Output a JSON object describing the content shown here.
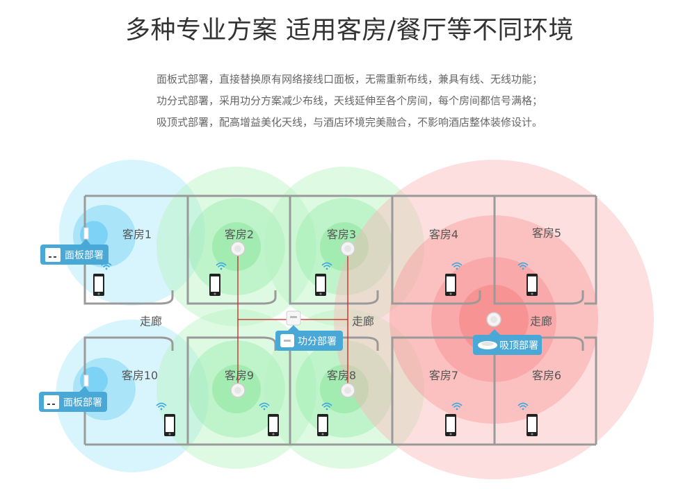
{
  "title": "多种专业方案 适用客房/餐厅等不同环境",
  "description": [
    "面板式部署，直接替换原有网络接线口面板，无需重新布线，兼具有线、无线功能；",
    "功分式部署，采用功分方案减少布线，天线延伸至各个房间，每个房间都信号满格；",
    "吸顶式部署，配高增益美化天线，与酒店环境完美融合，不影响酒店整体装修设计。"
  ],
  "rooms": {
    "r1": "客房1",
    "r2": "客房2",
    "r3": "客房3",
    "r4": "客房4",
    "r5": "客房5",
    "r6": "客房6",
    "r7": "客房7",
    "r8": "客房8",
    "r9": "客房9",
    "r10": "客房10"
  },
  "corridor": "走廊",
  "badges": {
    "panel": "面板部署",
    "splitter": "功分部署",
    "ceiling": "吸顶部署"
  },
  "colors": {
    "panel_zone": "#b8ecfb",
    "splitter_zone": "#b7f3c0",
    "ceiling_zone": "#fbb7b7",
    "wall": "#9a9a9a",
    "cable": "#cc2222",
    "badge": "#4aa8d6"
  }
}
